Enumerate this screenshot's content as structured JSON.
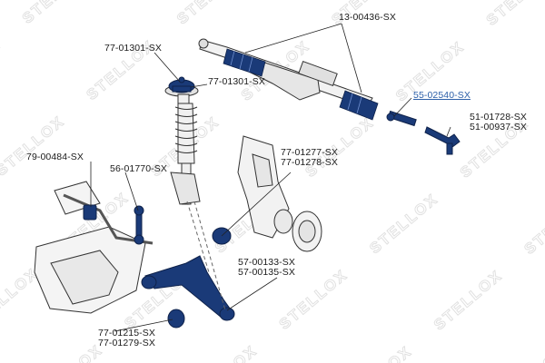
{
  "watermark": {
    "text": "STELLOX"
  },
  "colors": {
    "highlight": "#2c5fa8",
    "text": "#1a1a1a",
    "parts": "#1a3a78"
  },
  "labels": {
    "rack": "13-00436-SX",
    "strut_mount_top": "77-01301-SX",
    "strut_mount_mid": "77-01301-SX",
    "inner_tie_rod": "55-02540-SX",
    "tie_rod_end_1": "51-01728-SX",
    "tie_rod_end_2": "51-00937-SX",
    "stab_bush_1": "77-01277-SX",
    "stab_bush_2": "77-01278-SX",
    "stab_bushing": "79-00484-SX",
    "stab_link": "56-01770-SX",
    "control_arm_1": "57-00133-SX",
    "control_arm_2": "57-00135-SX",
    "arm_bush_1": "77-01215-SX",
    "arm_bush_2": "77-01279-SX"
  }
}
